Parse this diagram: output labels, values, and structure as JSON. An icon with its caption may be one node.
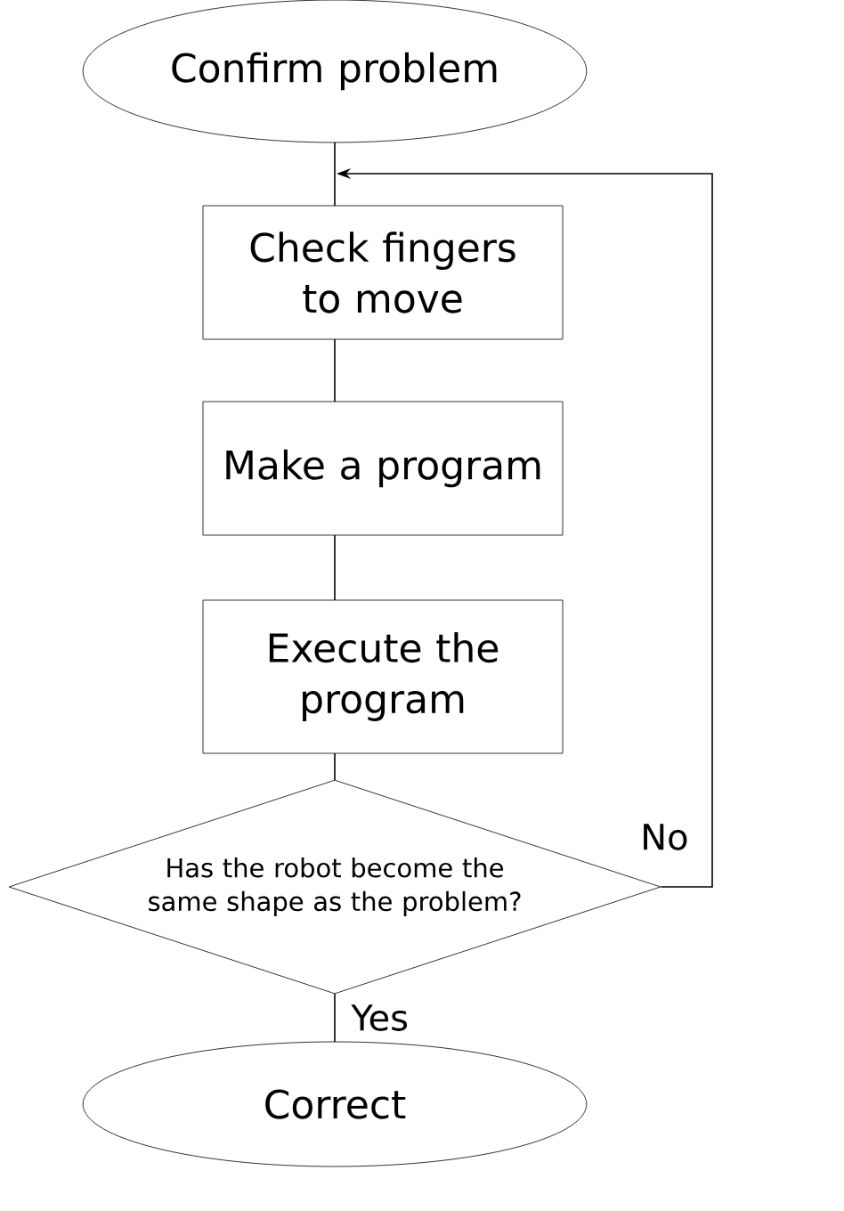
{
  "diagram": {
    "nodes": [
      {
        "text": [
          "Confirm problem"
        ]
      },
      {
        "text": [
          "Check fingers to move"
        ]
      },
      {
        "text": [
          "Make a program"
        ]
      },
      {
        "text": [
          "Execute the program"
        ]
      },
      {
        "text": [
          "Has the robot become the same shape as the problem?"
        ]
      },
      {
        "text": [
          "Correct"
        ]
      }
    ],
    "edges": [
      {
        "from": 0,
        "to": 1,
        "arrow": "none"
      },
      {
        "from": 1,
        "to": 2,
        "arrow": "none"
      },
      {
        "from": 2,
        "to": 3,
        "arrow": "none"
      },
      {
        "from": 3,
        "to": 4,
        "arrow": "none"
      },
      {
        "from": 4,
        "to": 5,
        "arrow": "none",
        "label": "Yes"
      },
      {
        "from": 4,
        "to": 1,
        "arrow": "to",
        "label": "No"
      }
    ]
  }
}
